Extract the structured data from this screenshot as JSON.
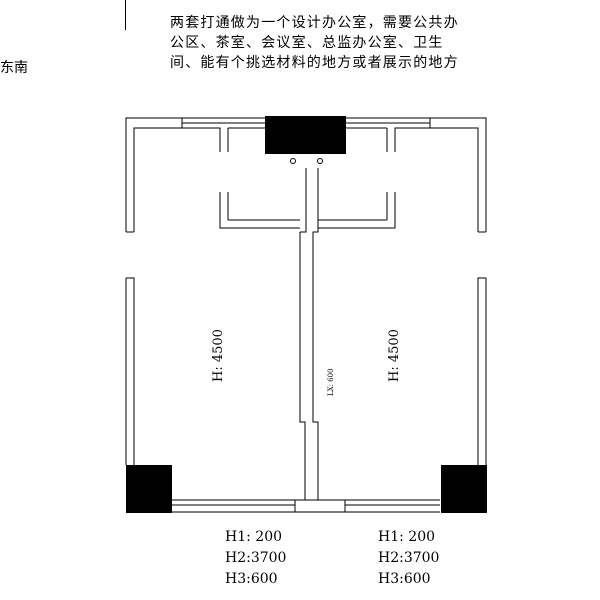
{
  "direction_label": "东南",
  "note_text": "两套打通做为一个设计办公室，需要公共办公区、茶室、会议室、总监办公室、卫生间、能有个挑选材料的地方或者展示的地方",
  "room_heights": {
    "left": "H: 4500",
    "right": "H: 4500"
  },
  "lx_label": "LX: 600",
  "specs": {
    "left": {
      "h1": "H1: 200",
      "h2": "H2:3700",
      "h3": "H3:600"
    },
    "right": {
      "h1": "H1: 200",
      "h2": "H2:3700",
      "h3": "H3:600"
    }
  }
}
